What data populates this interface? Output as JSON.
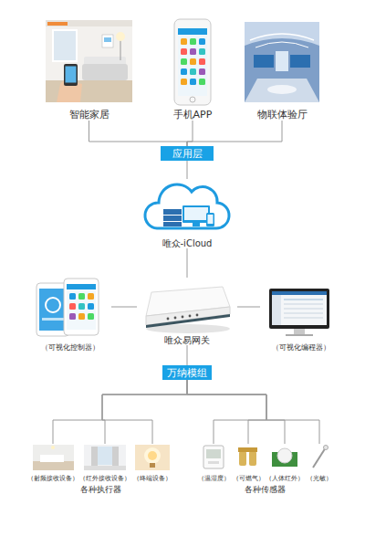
{
  "diagram": {
    "nodes": [
      {
        "text": [
          "智能家居"
        ]
      },
      {
        "text": [
          "手机APP"
        ]
      },
      {
        "text": [
          "物联体验厅"
        ]
      },
      {
        "text": [
          "应用层"
        ]
      },
      {
        "text": [
          "唯众-iCloud"
        ]
      },
      {
        "text": [
          "（可视化控制器）"
        ]
      },
      {
        "text": [
          "唯众易网关"
        ]
      },
      {
        "text": [
          "（可视化编程器）"
        ]
      },
      {
        "text": [
          "万纳模组"
        ]
      },
      {
        "text": [
          "（射频接收设备）"
        ]
      },
      {
        "text": [
          "（红外接收设备）"
        ]
      },
      {
        "text": [
          "（终端设备）"
        ]
      },
      {
        "text": [
          "（温湿度）"
        ]
      },
      {
        "text": [
          "（可燃气）"
        ]
      },
      {
        "text": [
          "（人体红外）"
        ]
      },
      {
        "text": [
          "（光敏）"
        ]
      }
    ],
    "edges": [
      {
        "from": 0,
        "to": 3,
        "arrow": "none"
      },
      {
        "from": 1,
        "to": 3,
        "arrow": "none"
      },
      {
        "from": 2,
        "to": 3,
        "arrow": "none"
      },
      {
        "from": 3,
        "to": 4,
        "arrow": "none"
      },
      {
        "from": 4,
        "to": 6,
        "arrow": "none"
      },
      {
        "from": 5,
        "to": 6,
        "arrow": "none"
      },
      {
        "from": 6,
        "to": 7,
        "arrow": "none"
      },
      {
        "from": 6,
        "to": 8,
        "arrow": "none"
      },
      {
        "from": 8,
        "to": 9,
        "arrow": "none"
      },
      {
        "from": 8,
        "to": 10,
        "arrow": "none"
      },
      {
        "from": 8,
        "to": 11,
        "arrow": "none"
      },
      {
        "from": 8,
        "to": 12,
        "arrow": "none"
      },
      {
        "from": 8,
        "to": 13,
        "arrow": "none"
      },
      {
        "from": 8,
        "to": 14,
        "arrow": "none"
      },
      {
        "from": 8,
        "to": 15,
        "arrow": "none"
      }
    ],
    "labels": [
      "各种执行器",
      "各种传感器"
    ]
  }
}
